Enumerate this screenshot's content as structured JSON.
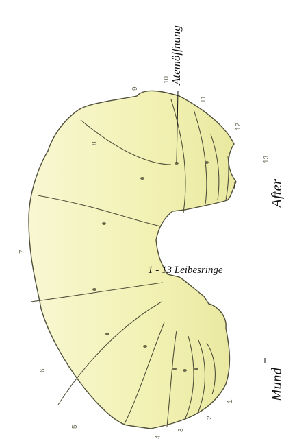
{
  "labels": {
    "spiracle": "Atemöffnung",
    "segments": "1 - 13 Leibesringe",
    "anus": "After",
    "mouth": "Mund"
  },
  "segment_numbers": [
    "1",
    "2",
    "3",
    "4",
    "5",
    "6",
    "7",
    "8",
    "9",
    "10",
    "11",
    "12",
    "13"
  ],
  "colors": {
    "body_fill": "#f3f2b8",
    "body_fill_light": "#f8f7cf",
    "outline": "#4f4f3a",
    "spiracle": "#6b6a4a"
  }
}
